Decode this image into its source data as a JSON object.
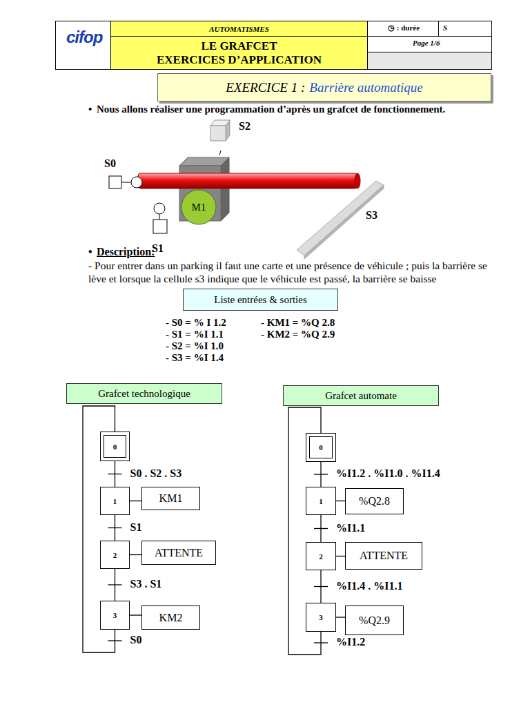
{
  "diagram": {
    "title": "LE GRAFCET",
    "nodes": [
      {
        "text": [
          "AUTOMATISMES"
        ]
      },
      {
        "text": [
          "LE GRAFCET",
          "EXERCICES D’APPLICATION"
        ]
      },
      {
        "text": [
          "EXERCICE 1 :",
          "Barrière automatique"
        ]
      },
      {
        "text": [
          "M1"
        ]
      },
      {
        "text": [
          "Liste entrées & sorties"
        ]
      },
      {
        "text": [
          "Grafcet technologique"
        ]
      },
      {
        "text": [
          "Grafcet automate"
        ]
      },
      {
        "text": [
          "0"
        ]
      },
      {
        "text": [
          "1"
        ]
      },
      {
        "text": [
          "KM1"
        ]
      },
      {
        "text": [
          "2"
        ]
      },
      {
        "text": [
          "ATTENTE"
        ]
      },
      {
        "text": [
          "3"
        ]
      },
      {
        "text": [
          "KM2"
        ]
      },
      {
        "text": [
          "0"
        ]
      },
      {
        "text": [
          "1"
        ]
      },
      {
        "text": [
          "%Q2.8"
        ]
      },
      {
        "text": [
          "2"
        ]
      },
      {
        "text": [
          "ATTENTE"
        ]
      },
      {
        "text": [
          "3"
        ]
      },
      {
        "text": [
          "%Q2.9"
        ]
      }
    ],
    "edges": [
      {
        "from": 7,
        "to": 8,
        "label": "S0 . S2 . S3",
        "arrow": "none"
      },
      {
        "from": 8,
        "to": 9,
        "arrow": "none"
      },
      {
        "from": 8,
        "to": 10,
        "label": "S1",
        "arrow": "none"
      },
      {
        "from": 10,
        "to": 11,
        "arrow": "none"
      },
      {
        "from": 10,
        "to": 12,
        "label": "S3 . S1",
        "arrow": "none"
      },
      {
        "from": 12,
        "to": 13,
        "arrow": "none"
      },
      {
        "from": 12,
        "to": 7,
        "label": "S0",
        "arrow": "none"
      },
      {
        "from": 14,
        "to": 15,
        "label": "%I1.2 . %I1.0 . %I1.4",
        "arrow": "none"
      },
      {
        "from": 15,
        "to": 16,
        "arrow": "none"
      },
      {
        "from": 15,
        "to": 17,
        "label": "%I1.1",
        "arrow": "none"
      },
      {
        "from": 17,
        "to": 18,
        "arrow": "none"
      },
      {
        "from": 17,
        "to": 19,
        "label": "%I1.4 . %I1.1",
        "arrow": "none"
      },
      {
        "from": 19,
        "to": 20,
        "arrow": "none"
      },
      {
        "from": 19,
        "to": 14,
        "label": "%I1.2",
        "arrow": "none"
      }
    ],
    "labels": [
      "cifop",
      "◷ : durée",
      "S",
      "Page 1/6",
      "•",
      "Nous allons réaliser une programmation d’après un grafcet de fonctionnement.",
      "S2",
      "S0",
      "S1",
      "S3",
      "•",
      "Description:",
      "- Pour entrer dans un parking il faut une carte et une présence de véhicule ; puis la barrière se lève et lorsque la cellule s3 indique que le véhicule est passé, la barrière se baisse",
      "- S0 = % I 1.2",
      "- S1 = %I 1.1",
      "- S2 = %I 1.0",
      "- S3 = %I 1.4",
      "- KM1 = %Q 2.8",
      "- KM2 = %Q 2.9"
    ]
  }
}
